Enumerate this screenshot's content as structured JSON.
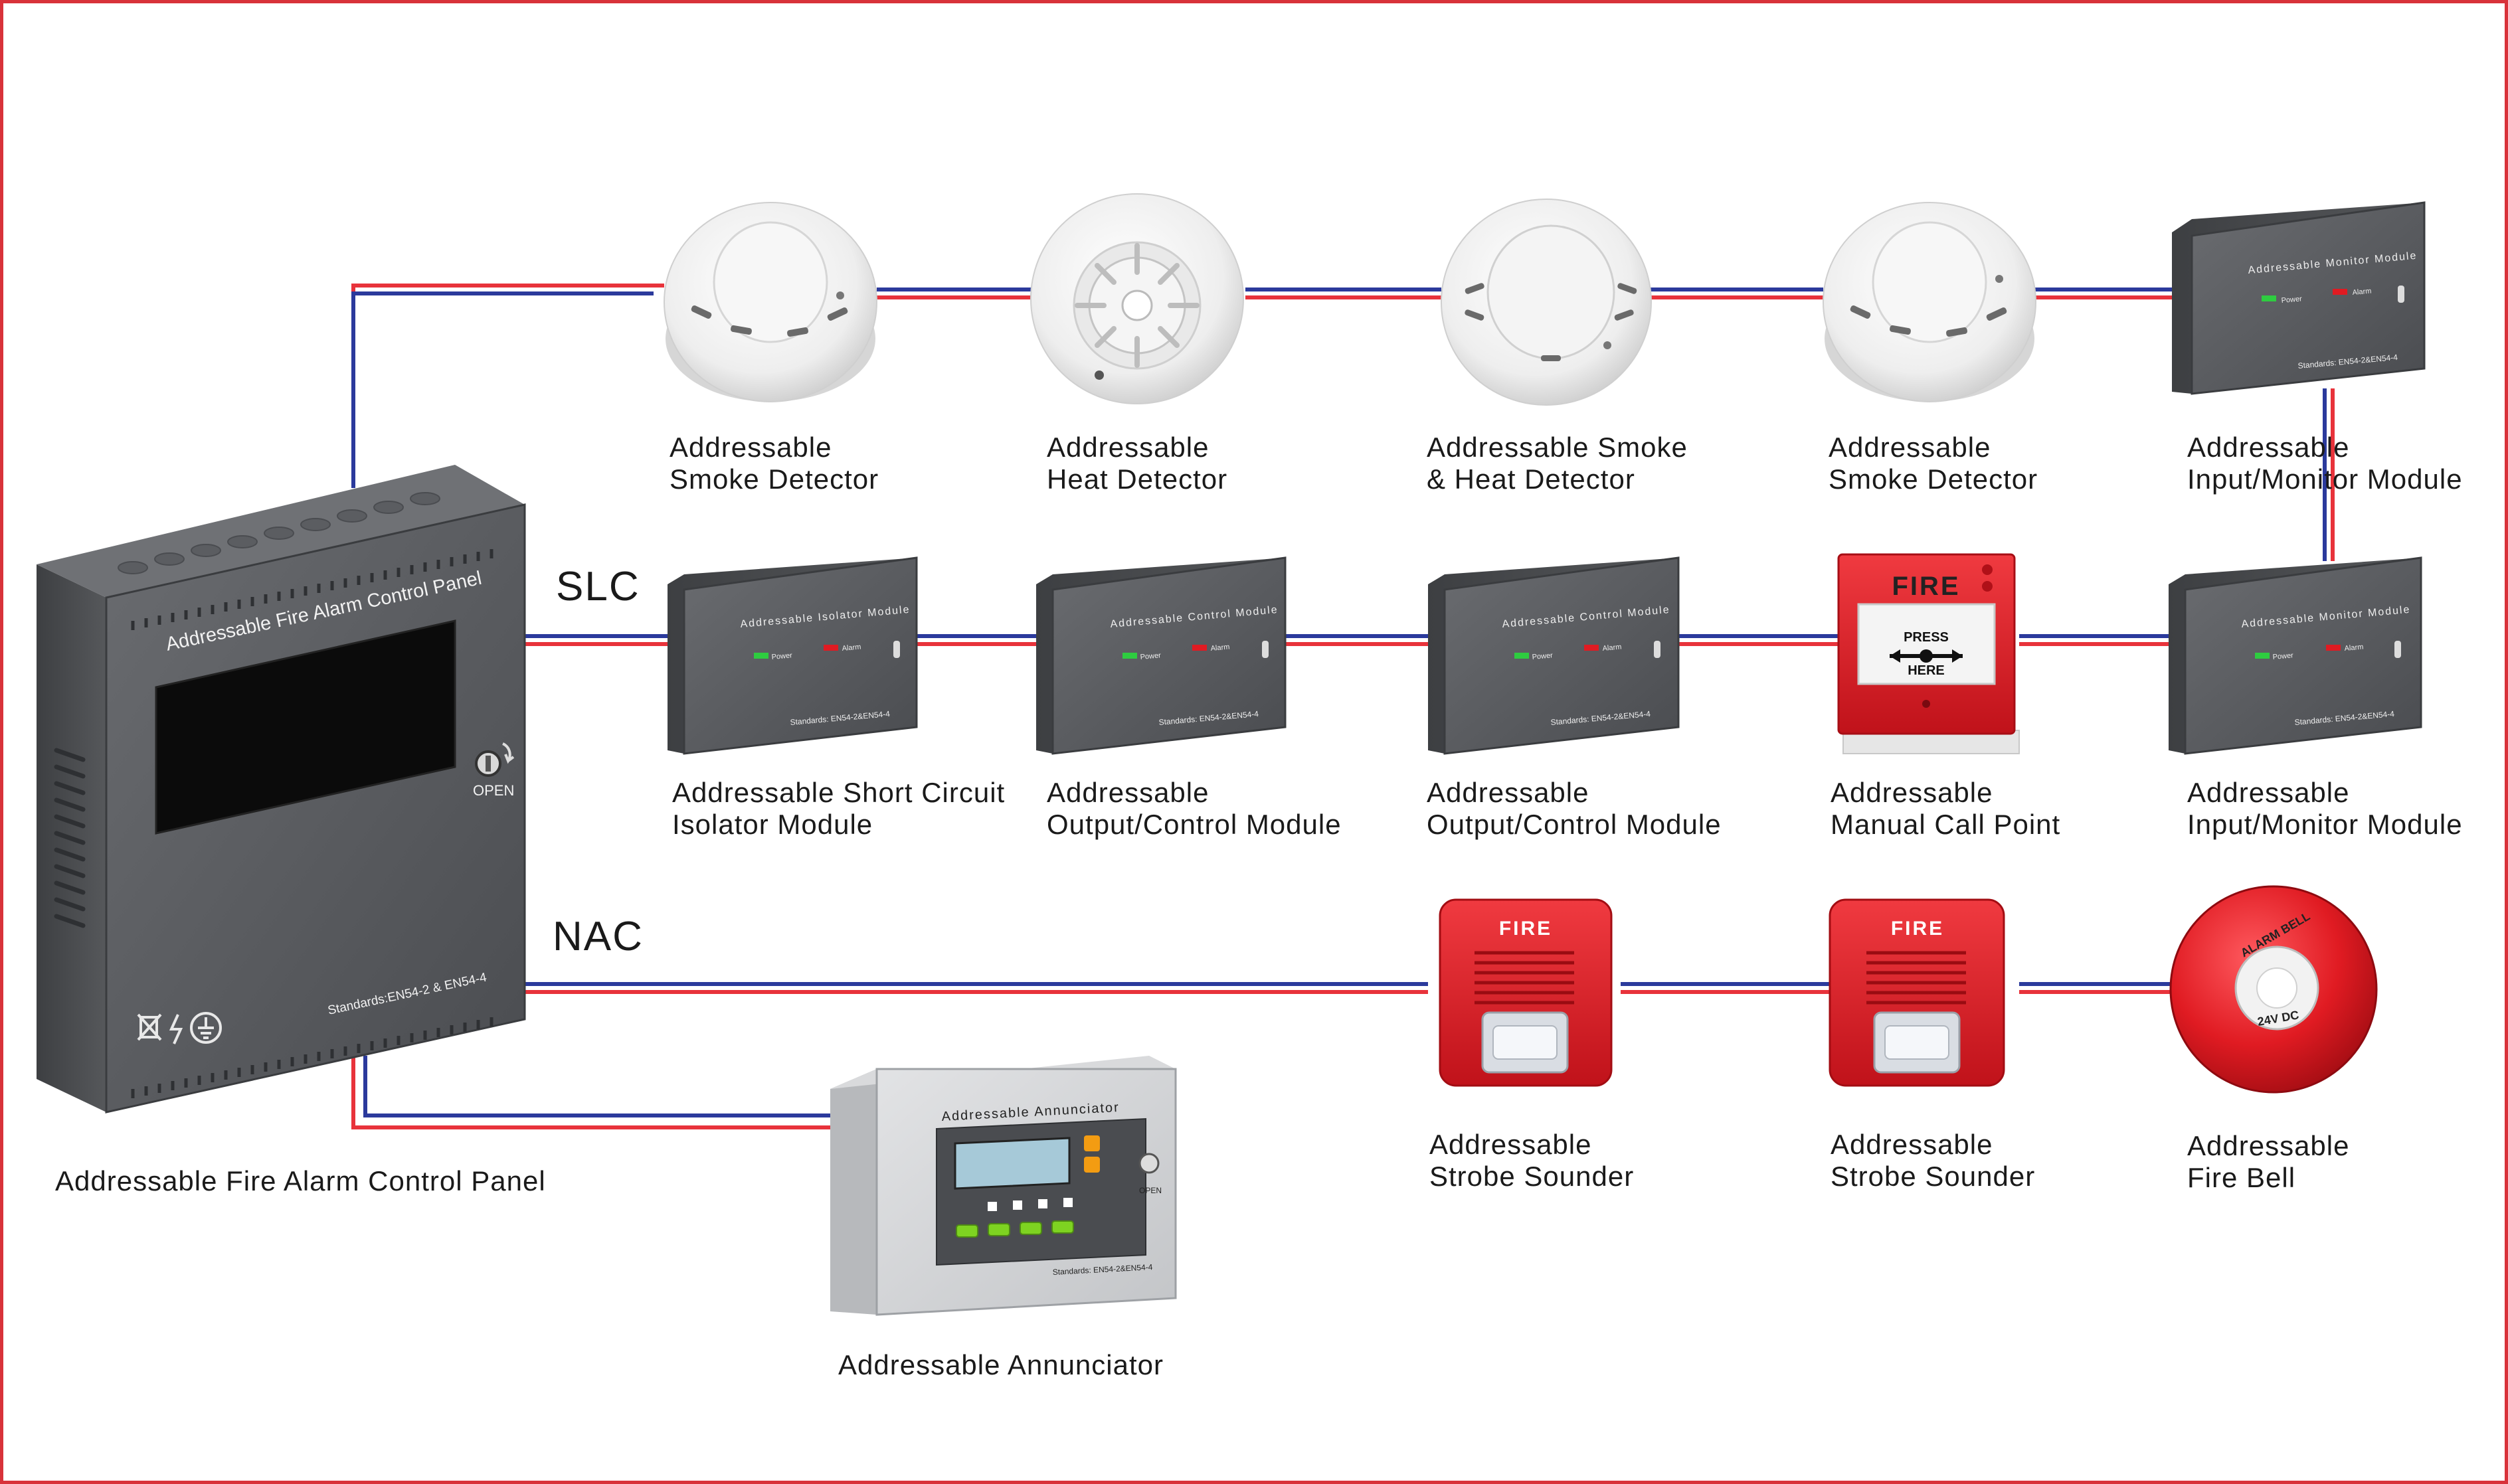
{
  "colors": {
    "frame": "#d8323a",
    "wire_red": "#e8333b",
    "wire_blue": "#2b3a9c",
    "device_gray": "#5a5c5f",
    "detector_white": "#f1f1f1",
    "fire_red": "#e01b22"
  },
  "buses": {
    "slc": "SLC",
    "nac": "NAC"
  },
  "panel": {
    "title": "Addressable Fire Alarm Control Panel",
    "open": "OPEN",
    "standards": "Standards:EN54-2 & EN54-4",
    "label": "Addressable Fire Alarm Control Panel"
  },
  "modules": {
    "isolator_title": "Addressable Isolator Module",
    "control_title": "Addressable Control Module",
    "monitor_title": "Addressable Monitor Module",
    "power": "Power",
    "alarm": "Alarm",
    "standards": "Standards: EN54-2&EN54-4"
  },
  "call_point": {
    "fire": "FIRE",
    "press": "PRESS",
    "here": "HERE"
  },
  "sounder": {
    "fire": "FIRE"
  },
  "bell": {
    "text_top": "ALARM BELL",
    "text_bottom": "24V DC"
  },
  "annunciator": {
    "title": "Addressable Annunciator",
    "open": "OPEN",
    "standards": "Standards: EN54-2&EN54-4"
  },
  "labels": {
    "smoke1": [
      "Addressable",
      "Smoke  Detector"
    ],
    "heat": [
      "Addressable",
      "Heat  Detector"
    ],
    "smokeheat": [
      "Addressable Smoke",
      "& Heat  Detector"
    ],
    "smoke2": [
      "Addressable",
      "Smoke  Detector"
    ],
    "monitor1": [
      "Addressable",
      "Input/Monitor Module"
    ],
    "isolator": [
      "Addressable Short Circuit",
      "Isolator Module"
    ],
    "output1": [
      "Addressable",
      "Output/Control Module"
    ],
    "output2": [
      "Addressable",
      "Output/Control Module"
    ],
    "callpoint": [
      "Addressable",
      "Manual Call Point"
    ],
    "monitor2": [
      "Addressable",
      "Input/Monitor Module"
    ],
    "strobe1": [
      "Addressable",
      "Strobe Sounder"
    ],
    "strobe2": [
      "Addressable",
      "Strobe Sounder"
    ],
    "bell": [
      "Addressable",
      "Fire Bell"
    ],
    "annunciator": [
      "Addressable  Annunciator"
    ]
  }
}
